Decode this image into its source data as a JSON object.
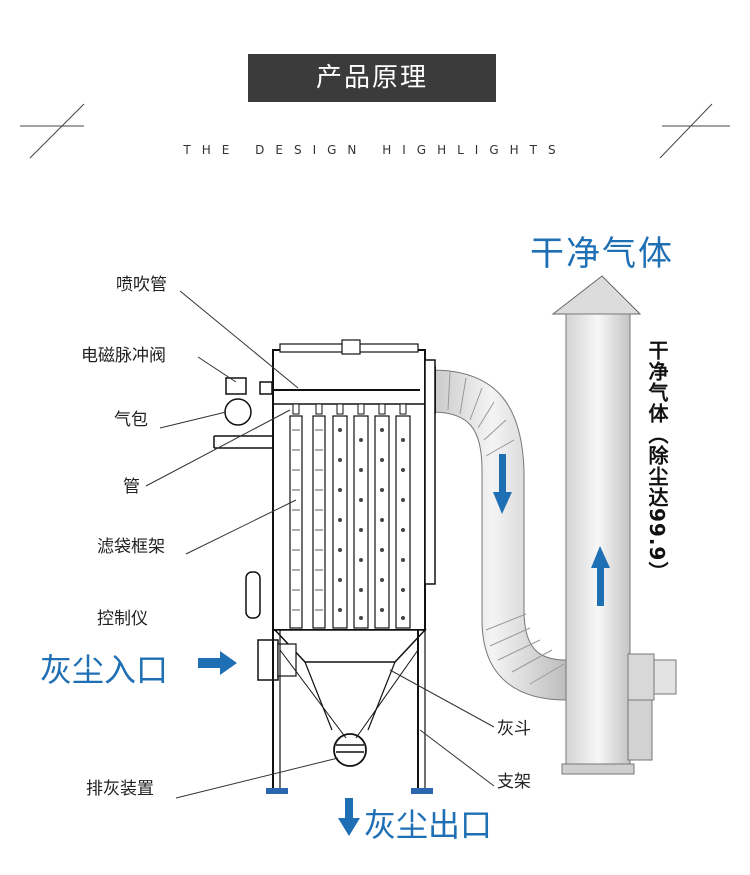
{
  "header": {
    "title": "产品原理",
    "subtitle": "THE DESIGN HIGHLIGHTS"
  },
  "diagram": {
    "labels": {
      "blow_pipe": "喷吹管",
      "pulse_valve": "电磁脉冲阀",
      "air_bag": "气包",
      "pipe": "管",
      "filter_frame": "滤袋框架",
      "controller": "控制仪",
      "ash_discharge": "排灰装置",
      "hopper": "灰斗",
      "support": "支架"
    },
    "blue_labels": {
      "dust_inlet": "灰尘入口",
      "dust_outlet": "灰尘出口",
      "clean_gas": "干净气体"
    },
    "vertical_note": "干净气体（除尘达99.9）",
    "colors": {
      "accent_blue": "#1f6fb5",
      "title_bg": "#3b3b3b"
    }
  }
}
